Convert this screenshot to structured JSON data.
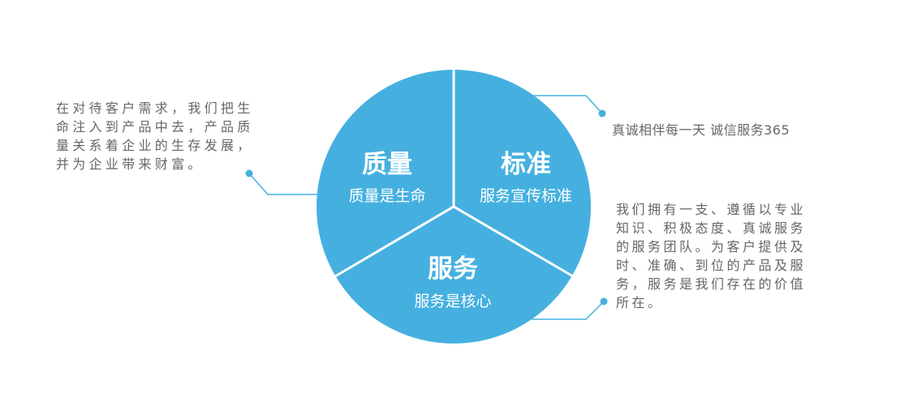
{
  "colors": {
    "segment": "#45b0e0",
    "divider": "#ffffff",
    "connector": "#45b0e0",
    "note_text": "#666666",
    "segment_text": "#ffffff"
  },
  "segments": {
    "quality": {
      "title": "质量",
      "subtitle": "质量是生命"
    },
    "standard": {
      "title": "标准",
      "subtitle": "服务宣传标准"
    },
    "service": {
      "title": "服务",
      "subtitle": "服务是核心"
    }
  },
  "notes": {
    "left": "在对待客户需求，我们把生命注入到产品中去，产品质量关系着企业的生存发展，并为企业带来财富。",
    "top_right": "真诚相伴每一天 诚信服务365",
    "bottom_right": "我们拥有一支、遵循以专业知识、积极态度、真诚服务的服务团队。为客户提供及时、准确、到位的产品及服务，服务是我们存在的价值所在。"
  }
}
